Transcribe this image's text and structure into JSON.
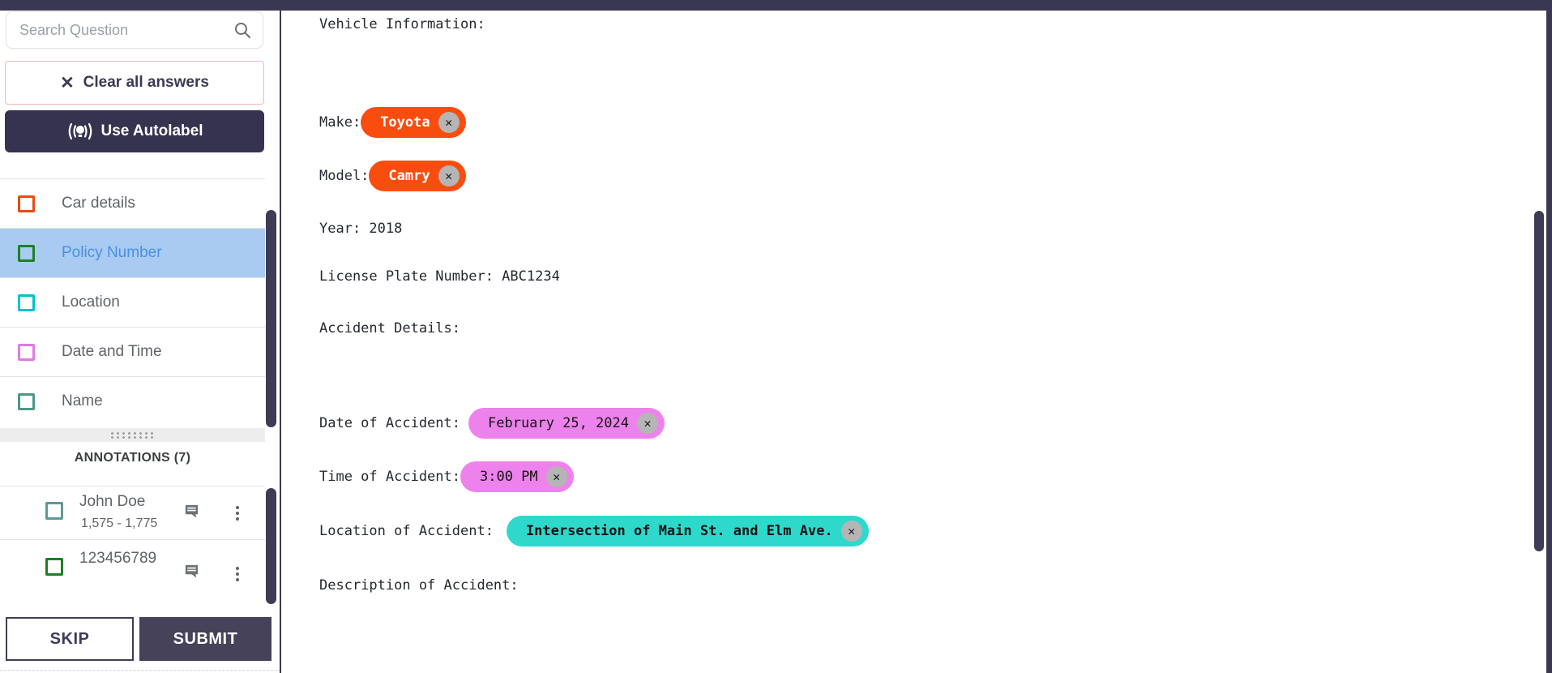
{
  "sidebar": {
    "search": {
      "placeholder": "Search Question"
    },
    "clear_button_label": "Clear all answers",
    "autolabel_button_label": "Use Autolabel",
    "questions": [
      {
        "label": "Car details",
        "color": "#e84b0f",
        "selected": false
      },
      {
        "label": "Policy Number",
        "color": "#1e8024",
        "selected": true
      },
      {
        "label": "Location",
        "color": "#00c2cb",
        "selected": false
      },
      {
        "label": "Date and Time",
        "color": "#df7be0",
        "selected": false
      },
      {
        "label": "Name",
        "color": "#4f958c",
        "selected": false
      }
    ],
    "annotations_header": "ANNOTATIONS (7)",
    "annotations": [
      {
        "label": "John Doe",
        "range": "1,575 - 1,775",
        "color": "#5b9a95"
      },
      {
        "label": "123456789",
        "color": "#1c7f24"
      }
    ],
    "skip_button_label": "SKIP",
    "submit_button_label": "SUBMIT"
  },
  "document": {
    "rows": [
      {
        "text": "Vehicle Information:"
      },
      {
        "label": "Make:",
        "tag": {
          "text": "Toyota",
          "bg": "#f94d0f",
          "fg": "#ffffff"
        }
      },
      {
        "label": "Model:",
        "tag": {
          "text": "Camry",
          "bg": "#f94d0f",
          "fg": "#ffffff"
        }
      },
      {
        "text": "Year: 2018"
      },
      {
        "text": "License Plate Number: ABC1234"
      },
      {
        "text": "Accident Details:"
      },
      {
        "label": "Date of Accident:",
        "tag": {
          "text": "February 25, 2024",
          "bg": "#ee82ec",
          "fg": "#141414"
        }
      },
      {
        "label": "Time of Accident:",
        "tag": {
          "text": "3:00 PM",
          "bg": "#ee82ec",
          "fg": "#141414"
        }
      },
      {
        "label": "Location of Accident:",
        "tag": {
          "text": "Intersection of Main St. and Elm Ave.",
          "bg": "#2ed9cb",
          "fg": "#141414"
        }
      },
      {
        "text": "Description of Accident:"
      }
    ]
  },
  "icons": {
    "clear_x": "✕",
    "tag_remove": "✕"
  },
  "colors": {
    "topbar": "#3a3750",
    "selected_question_bg": "#a9cbf2",
    "selected_question_text": "#4a8fe0",
    "tag_orange": "#f94d0f",
    "tag_pink": "#ee82ec",
    "tag_cyan": "#2ed9cb"
  }
}
